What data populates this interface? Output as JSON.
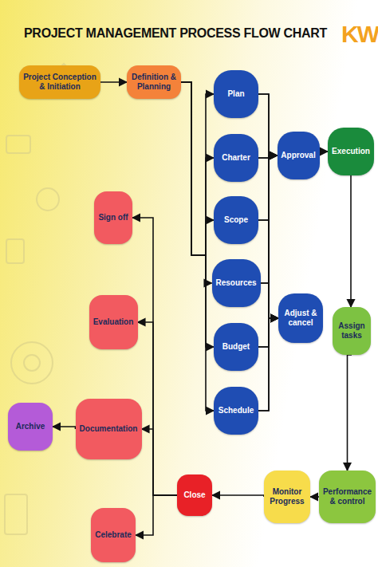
{
  "diagram": {
    "title": "PROJECT MANAGEMENT PROCESS FLOW CHART",
    "nodes": [
      {
        "text": [
          "Project Conception & Initiation"
        ]
      },
      {
        "text": [
          "Definition & Planning"
        ]
      },
      {
        "text": [
          "Plan"
        ]
      },
      {
        "text": [
          "Charter"
        ]
      },
      {
        "text": [
          "Scope"
        ]
      },
      {
        "text": [
          "Resources"
        ]
      },
      {
        "text": [
          "Budget"
        ]
      },
      {
        "text": [
          "Schedule"
        ]
      },
      {
        "text": [
          "Approval"
        ]
      },
      {
        "text": [
          "Execution"
        ]
      },
      {
        "text": [
          "Adjust & cancel"
        ]
      },
      {
        "text": [
          "Assign tasks"
        ]
      },
      {
        "text": [
          "Performance & control"
        ]
      },
      {
        "text": [
          "Monitor Progress"
        ]
      },
      {
        "text": [
          "Close"
        ]
      },
      {
        "text": [
          "Sign off"
        ]
      },
      {
        "text": [
          "Evaluation"
        ]
      },
      {
        "text": [
          "Documentation"
        ]
      },
      {
        "text": [
          "Archive"
        ]
      },
      {
        "text": [
          "Celebrate"
        ]
      }
    ],
    "edges": [
      {
        "from": 0,
        "to": 1,
        "arrow": "to"
      },
      {
        "from": 1,
        "to": 2,
        "arrow": "to"
      },
      {
        "from": 1,
        "to": 3,
        "arrow": "to"
      },
      {
        "from": 1,
        "to": 4,
        "arrow": "to"
      },
      {
        "from": 1,
        "to": 5,
        "arrow": "to"
      },
      {
        "from": 1,
        "to": 6,
        "arrow": "to"
      },
      {
        "from": 1,
        "to": 7,
        "arrow": "to"
      },
      {
        "from": 2,
        "to": 8,
        "arrow": "to"
      },
      {
        "from": 3,
        "to": 8,
        "arrow": "to"
      },
      {
        "from": 4,
        "to": 8,
        "arrow": "to"
      },
      {
        "from": 5,
        "to": 8,
        "arrow": "to"
      },
      {
        "from": 6,
        "to": 8,
        "arrow": "to"
      },
      {
        "from": 7,
        "to": 8,
        "arrow": "to"
      },
      {
        "from": 2,
        "to": 10,
        "arrow": "to"
      },
      {
        "from": 3,
        "to": 10,
        "arrow": "to"
      },
      {
        "from": 4,
        "to": 10,
        "arrow": "to"
      },
      {
        "from": 5,
        "to": 10,
        "arrow": "to"
      },
      {
        "from": 6,
        "to": 10,
        "arrow": "to"
      },
      {
        "from": 7,
        "to": 10,
        "arrow": "to"
      },
      {
        "from": 8,
        "to": 9,
        "arrow": "to"
      },
      {
        "from": 9,
        "to": 11,
        "arrow": "to"
      },
      {
        "from": 11,
        "to": 12,
        "arrow": "to"
      },
      {
        "from": 12,
        "to": 13,
        "arrow": "to"
      },
      {
        "from": 13,
        "to": 14,
        "arrow": "to"
      },
      {
        "from": 14,
        "to": 15,
        "arrow": "to"
      },
      {
        "from": 14,
        "to": 16,
        "arrow": "to"
      },
      {
        "from": 14,
        "to": 17,
        "arrow": "to"
      },
      {
        "from": 14,
        "to": 19,
        "arrow": "to"
      },
      {
        "from": 17,
        "to": 18,
        "arrow": "to"
      }
    ],
    "labels": [
      "KW"
    ]
  }
}
